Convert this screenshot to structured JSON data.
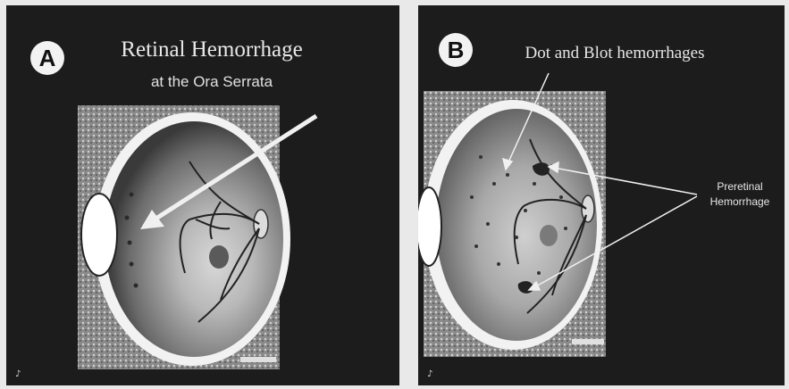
{
  "panel_a": {
    "badge": "A",
    "title": "Retinal Hemorrhage",
    "subtitle": "at the Ora Serrata",
    "speaker_icon": "speaker-icon"
  },
  "panel_b": {
    "badge": "B",
    "title": "Dot and Blot hemorrhages",
    "label_line1": "Preretinal",
    "label_line2": "Hemorrhage",
    "speaker_icon": "speaker-icon"
  },
  "colors": {
    "panel_bg": "#1c1c1c",
    "page_bg": "#e9e9e9",
    "text": "#e6e6e6",
    "arrow": "#f0f0f0"
  }
}
